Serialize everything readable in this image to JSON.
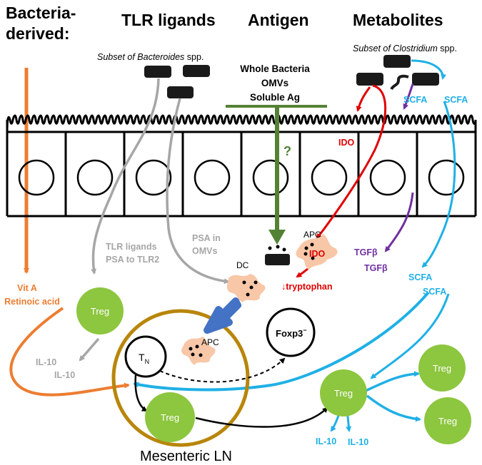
{
  "headers": {
    "bacteria_line1": "Bacteria-",
    "bacteria_line2": "derived:",
    "tlr": "TLR ligands",
    "antigen": "Antigen",
    "metabolites": "Metabolites"
  },
  "subsets": {
    "bacteroides_prefix": "Subset of ",
    "bacteroides_name": "Bacteroides",
    "bacteroides_suffix": " spp.",
    "clostridium_prefix": "Subset of ",
    "clostridium_name": "Clostridium",
    "clostridium_suffix": " spp."
  },
  "antigen_list": [
    "Whole Bacteria",
    "OMVs",
    "Soluble Ag"
  ],
  "question_mark": "?",
  "labels": {
    "tlr_ligands": "TLR ligands",
    "psa_tlr2": "PSA to TLR2",
    "psa_in": "PSA in",
    "omvs": "OMVs",
    "vita": "Vit A",
    "retinoic": "Retinoic acid",
    "il10_a": "IL-10",
    "il10_b": "IL-10",
    "il10_c": "IL-10",
    "il10_d": "IL-10",
    "ido_top": "IDO",
    "ido_apc": "IDO",
    "tryptophan": "↓tryptophan",
    "tgfb_a": "TGFβ",
    "tgfb_b": "TGFβ",
    "scfa_a": "SCFA",
    "scfa_b": "SCFA",
    "scfa_c": "SCFA",
    "scfa_d": "SCFA",
    "apc_top": "APC",
    "apc_ln": "APC",
    "dc": "DC",
    "tn_main": "T",
    "tn_sub": "N",
    "foxp3": "Foxp3",
    "foxp3_sup": "−",
    "mesenteric": "Mesenteric LN"
  },
  "treg_label": "Treg",
  "colors": {
    "orange": "#ed7d31",
    "gray": "#a6a6a6",
    "green_arrow": "#548235",
    "red": "#e00000",
    "purple": "#7030a0",
    "blue": "#1fb0e6",
    "treg_green": "#8dc63f",
    "ln_gold": "#b8860b",
    "apc_skin": "#f8c7a8",
    "big_arrow": "#4472c4",
    "bacteria_black": "#1a1a1a"
  }
}
